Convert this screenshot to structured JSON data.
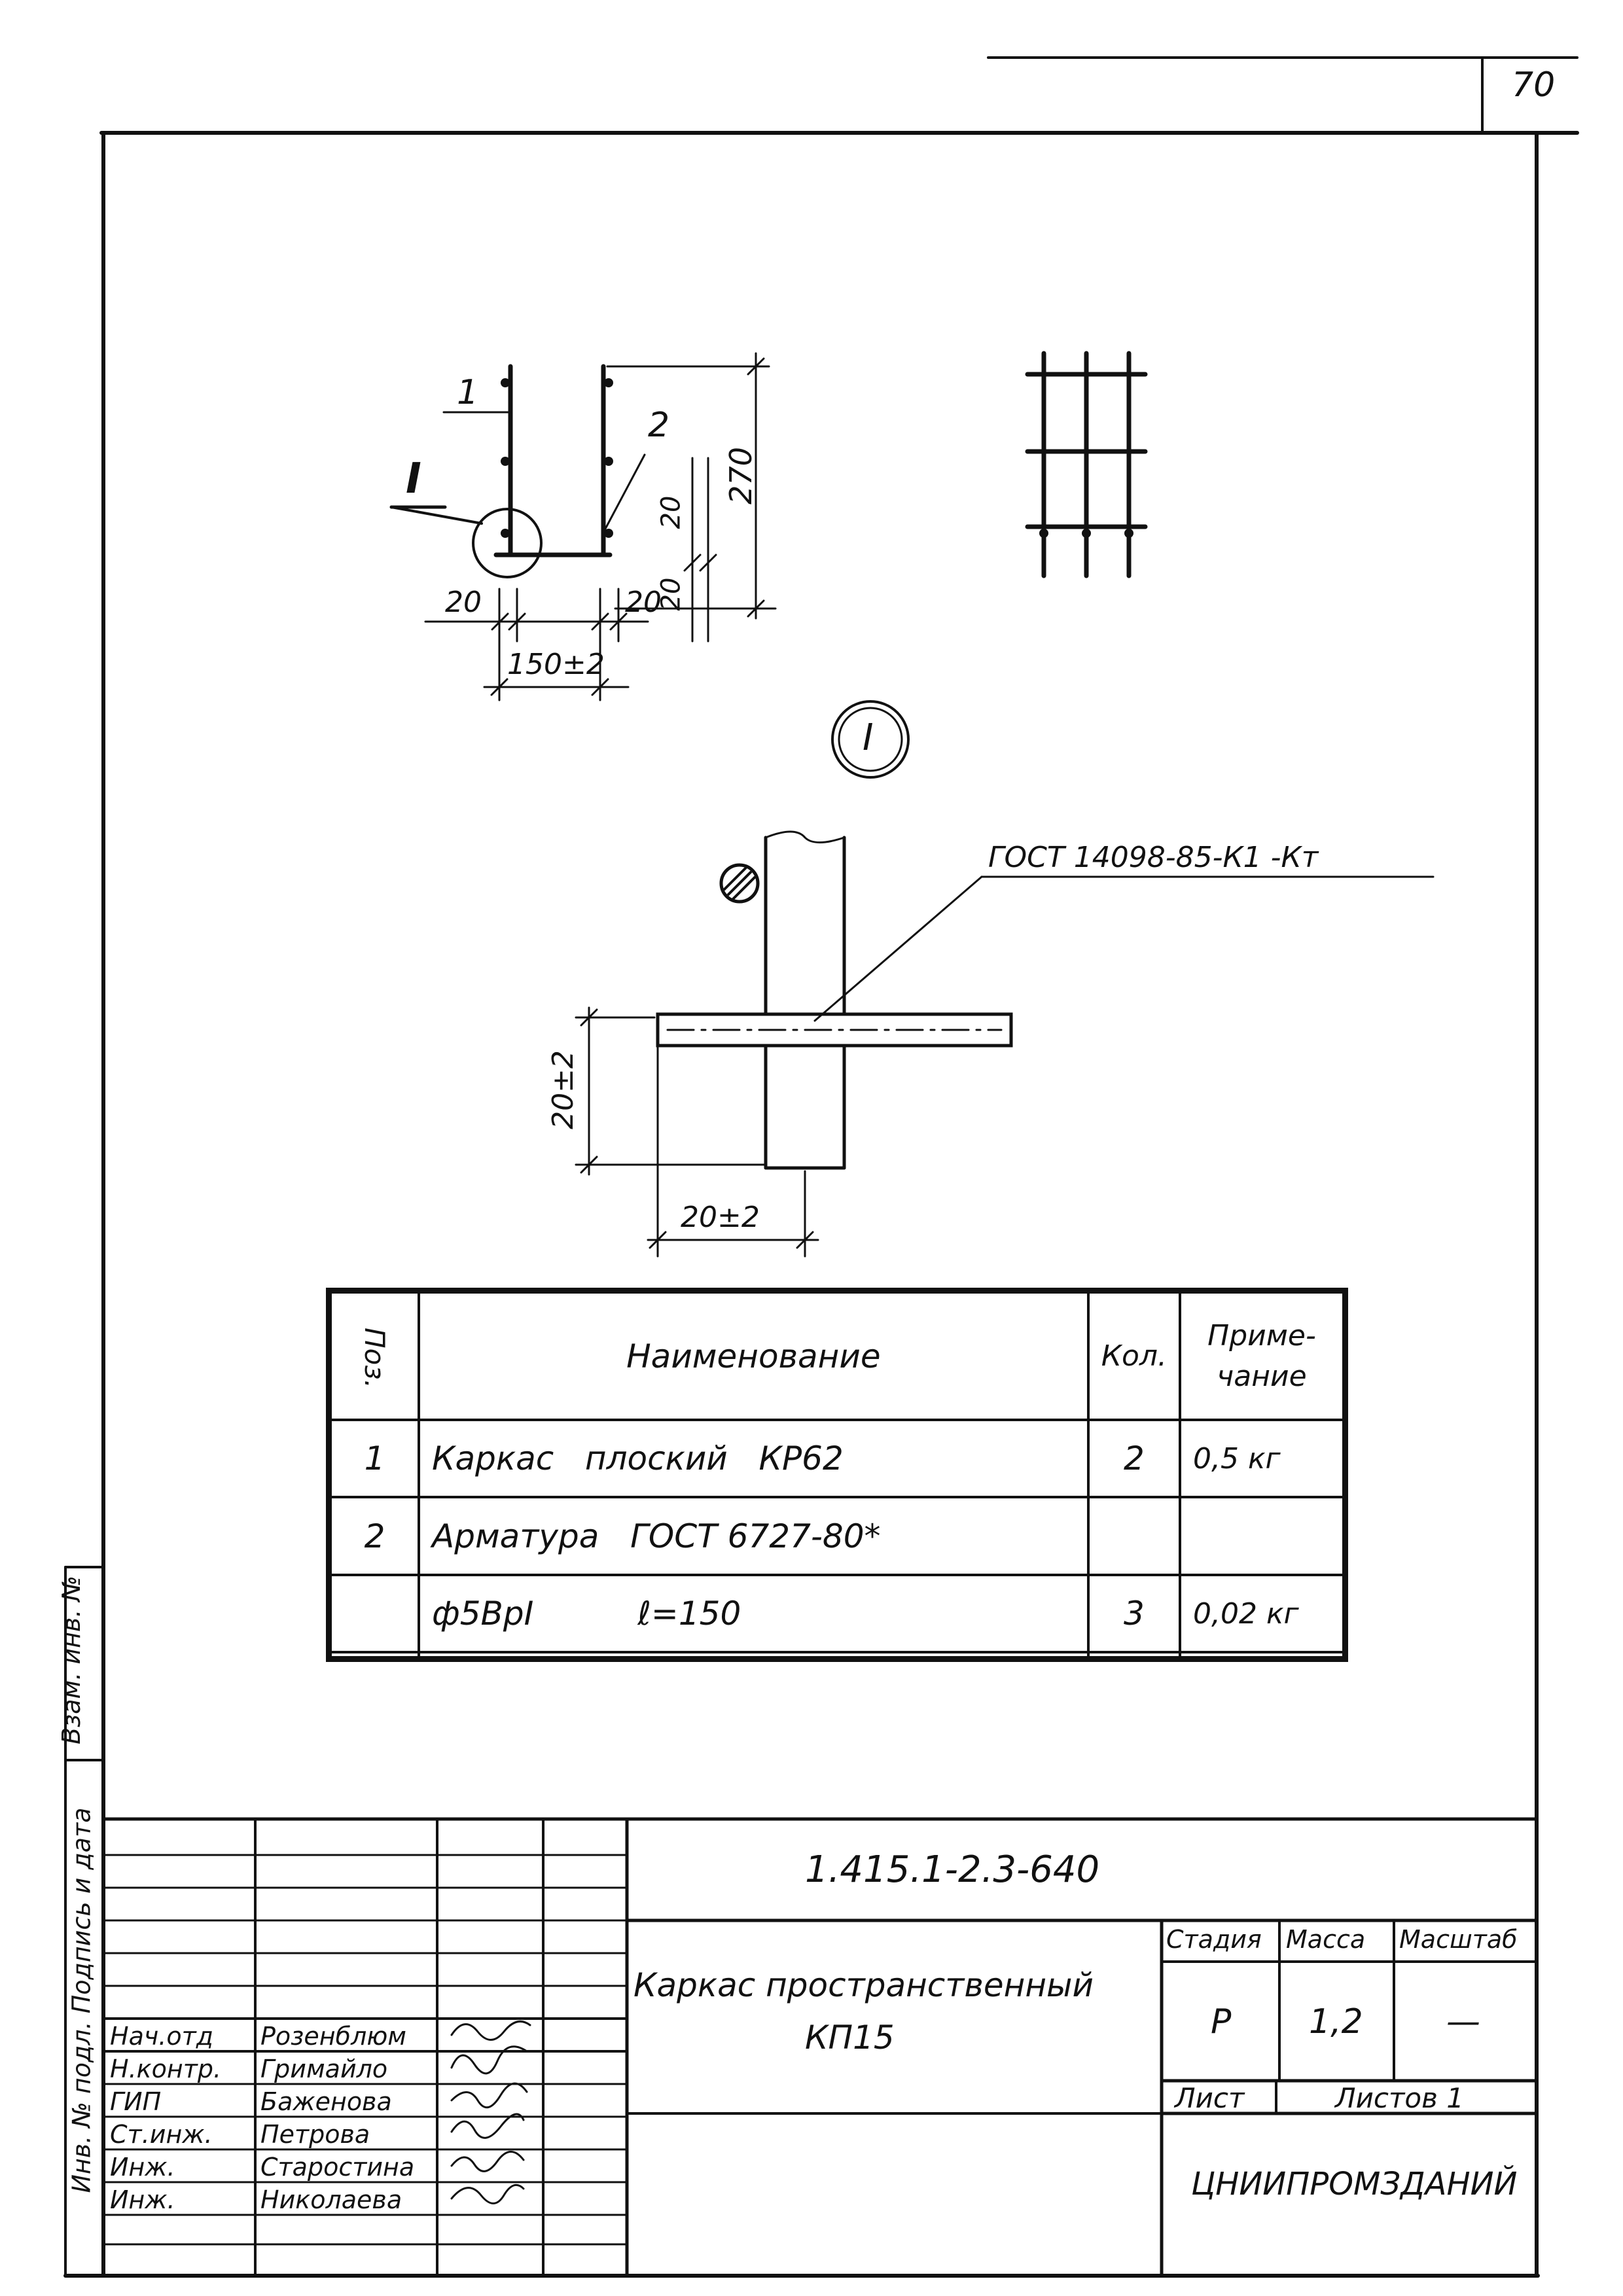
{
  "page_number": "70",
  "side_stamp": {
    "top": "Взам. инв. №",
    "bottom": "Инв. № подл. Подпись и дата"
  },
  "drawing": {
    "section_label": "I",
    "pos_1": "1",
    "pos_2": "2",
    "dim_20_bottom_left": "20",
    "dim_20_bottom_right": "20",
    "dim_150": "150±2",
    "dim_20_vert_a": "20",
    "dim_20_vert_b": "20",
    "dim_270": "270",
    "detail_label": "I",
    "weld_note": "ГОСТ 14098-85-К1 -Кт",
    "dim_20_vert_detail": "20±2",
    "dim_20_horiz_detail": "20±2"
  },
  "spec_table": {
    "headers": {
      "pos": "Поз.",
      "name": "Наименование",
      "qty": "Кол.",
      "note_line1": "Приме-",
      "note_line2": "чание"
    },
    "rows": [
      {
        "pos": "1",
        "name": "Каркас   плоский   КР62",
        "qty": "2",
        "note": "0,5 кг"
      },
      {
        "pos": "2",
        "name": "Арматура   ГОСТ 6727-80*",
        "qty": "",
        "note": ""
      },
      {
        "pos": "",
        "name": "ф5ВрI          ℓ=150",
        "qty": "3",
        "note": "0,02 кг"
      },
      {
        "pos": "",
        "name": "",
        "qty": "",
        "note": ""
      }
    ]
  },
  "title_block": {
    "doc_code": "1.415.1-2.3-640",
    "title_line1": "Каркас пространственный",
    "title_line2": "КП15",
    "stage_label": "Стадия",
    "mass_label": "Масса",
    "scale_label": "Масштаб",
    "stage_value": "Р",
    "mass_value": "1,2",
    "scale_value": "—",
    "sheet_label": "Лист",
    "sheets_label": "Листов 1",
    "organization": "ЦНИИПРОМЗДАНИЙ",
    "signatures": [
      {
        "role": "Нач.отд",
        "name": "Розенблюм"
      },
      {
        "role": "Н.контр.",
        "name": "Гримайло"
      },
      {
        "role": "ГИП",
        "name": "Баженова"
      },
      {
        "role": "Ст.инж.",
        "name": "Петрова"
      },
      {
        "role": "Инж.",
        "name": "Старостина"
      },
      {
        "role": "Инж.",
        "name": "Николаева"
      }
    ]
  }
}
